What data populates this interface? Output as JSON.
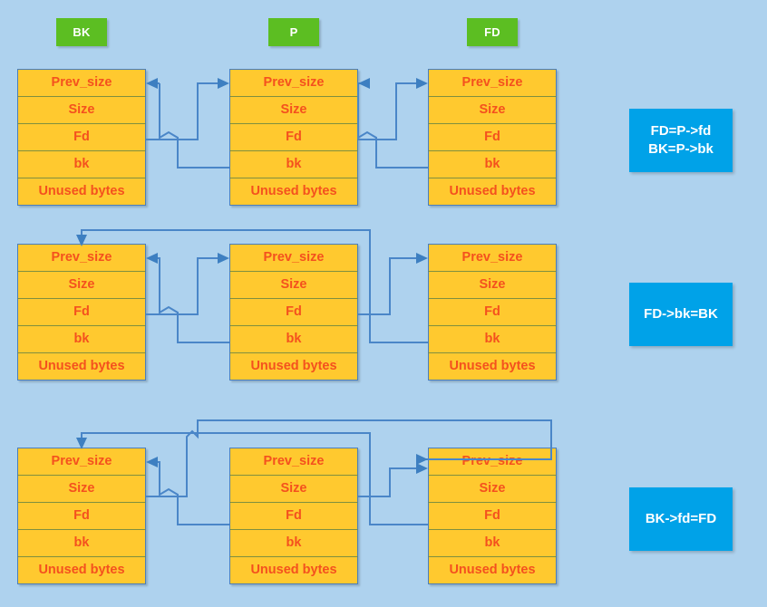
{
  "diagram": {
    "title": "glibc unlink macro: doubly linked list pointer updates",
    "background_color": "#aed2ee",
    "chunk_fill_color": "#ffc92f",
    "chunk_text_color": "#f4511e",
    "badge_color": "#5cbe22",
    "note_color": "#00a2e8",
    "wire_color": "#4a86c8"
  },
  "pointer_badges": [
    {
      "label": "BK",
      "name": "badge-bk"
    },
    {
      "label": "P",
      "name": "badge-p"
    },
    {
      "label": "FD",
      "name": "badge-fd"
    }
  ],
  "chunk_fields": [
    "Prev_size",
    "Size",
    "Fd",
    "bk",
    "Unused bytes"
  ],
  "rows": [
    {
      "id": "row-1",
      "note": {
        "lines": [
          "FD=P->fd",
          "BK=P->bk"
        ]
      },
      "chunks": [
        {
          "role": "BK",
          "fields": [
            "Prev_size",
            "Size",
            "Fd",
            "bk",
            "Unused bytes"
          ]
        },
        {
          "role": "P",
          "fields": [
            "Prev_size",
            "Size",
            "Fd",
            "bk",
            "Unused bytes"
          ]
        },
        {
          "role": "FD",
          "fields": [
            "Prev_size",
            "Size",
            "Fd",
            "bk",
            "Unused bytes"
          ]
        }
      ]
    },
    {
      "id": "row-2",
      "note": {
        "lines": [
          "FD->bk=BK"
        ]
      },
      "chunks": [
        {
          "role": "BK",
          "fields": [
            "Prev_size",
            "Size",
            "Fd",
            "bk",
            "Unused bytes"
          ]
        },
        {
          "role": "P",
          "fields": [
            "Prev_size",
            "Size",
            "Fd",
            "bk",
            "Unused bytes"
          ]
        },
        {
          "role": "FD",
          "fields": [
            "Prev_size",
            "Size",
            "Fd",
            "bk",
            "Unused bytes"
          ]
        }
      ]
    },
    {
      "id": "row-3",
      "note": {
        "lines": [
          "BK->fd=FD"
        ]
      },
      "chunks": [
        {
          "role": "BK",
          "fields": [
            "Prev_size",
            "Size",
            "Fd",
            "bk",
            "Unused bytes"
          ]
        },
        {
          "role": "P",
          "fields": [
            "Prev_size",
            "Size",
            "Fd",
            "bk",
            "Unused bytes"
          ]
        },
        {
          "role": "FD",
          "fields": [
            "Prev_size",
            "Size",
            "Fd",
            "bk",
            "Unused bytes"
          ]
        }
      ]
    }
  ]
}
